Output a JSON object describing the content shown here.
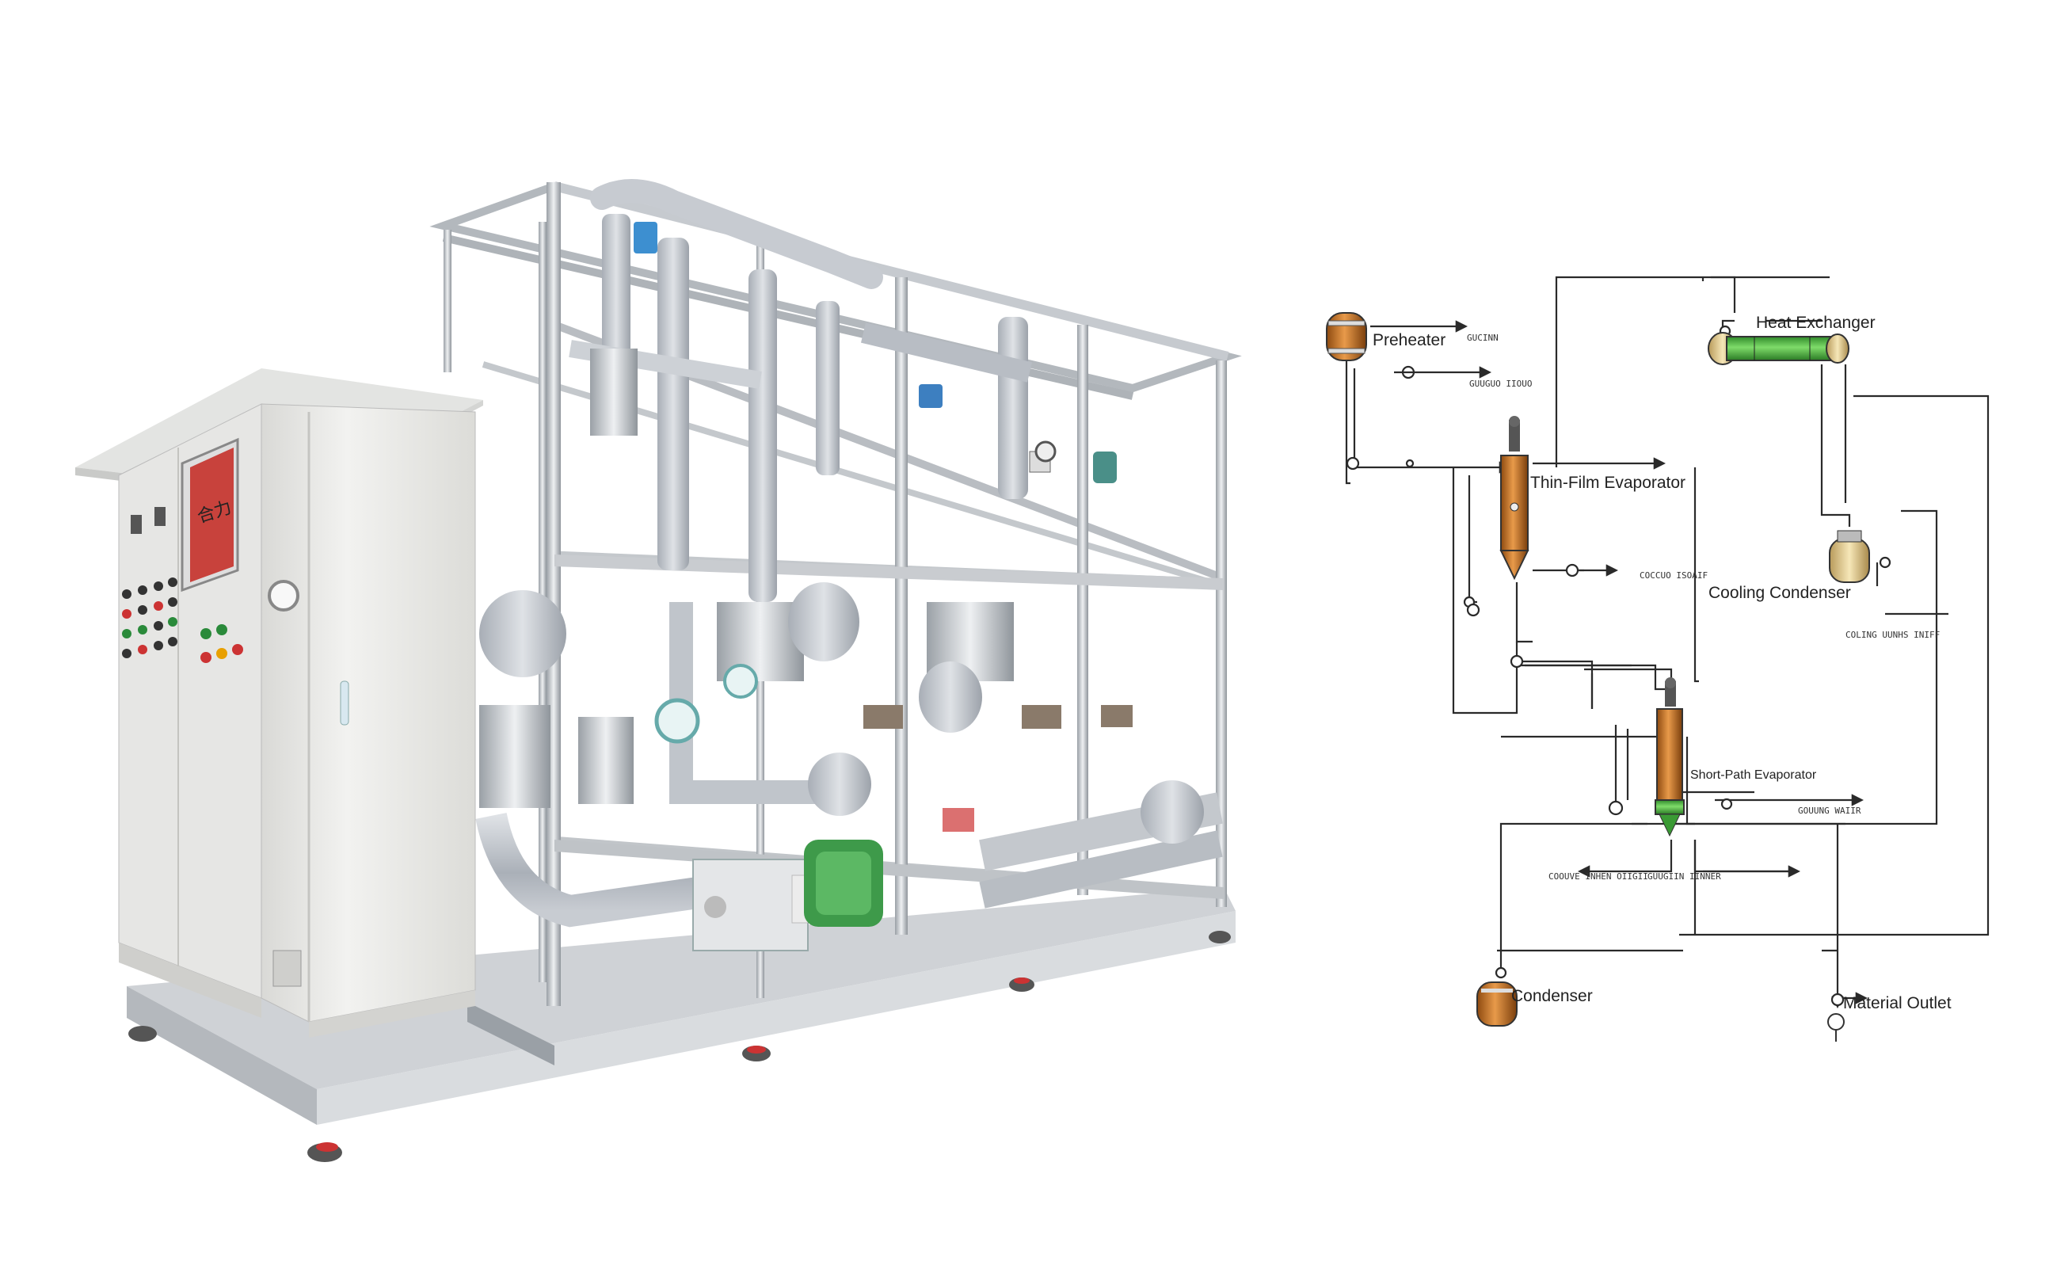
{
  "colors": {
    "background": "#ffffff",
    "frame_steel": "#c9ccd0",
    "cabinet": "#eeeeec",
    "insulation": "#b9bec6",
    "pump_green": "#3e9a4a",
    "vessel_orange": "#c9701f",
    "heat_exchanger_green": "#3fae3a",
    "line": "#2a2a2a"
  },
  "diagram": {
    "labels": {
      "preheater": "Preheater",
      "heat_exchanger": "Heat Exchanger",
      "thin_film_evaporator": "Thin-Film Evaporator",
      "cooling_condenser": "Cooling Condenser",
      "short_path_evaporator": "Short-Path Evaporator",
      "condenser": "Condenser",
      "material_outlet": "Material Outlet"
    },
    "small_text": {
      "t1": "GUCINN",
      "t2": "GUUGUO IIOUO",
      "t3": "COCCUO ISOAIF",
      "t4": "COLING UUNHS INIFF",
      "t5": "GOUUNG WAIIR",
      "t6": "COOUVE INHEN OIIGII",
      "t7": "GUUGIIN IINNER"
    }
  }
}
